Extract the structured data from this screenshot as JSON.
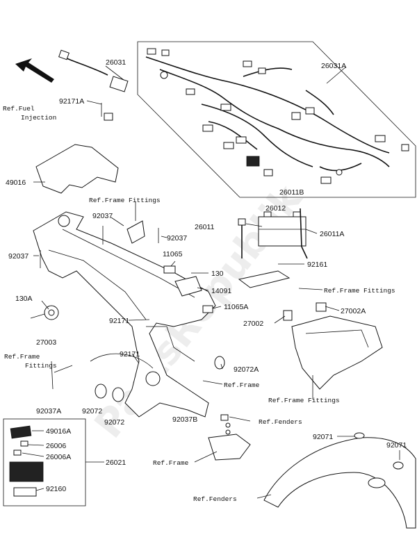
{
  "watermark": "PartsRepublik",
  "labels": {
    "p26031": "26031",
    "p26031A": "26031A",
    "p92171A": "92171A",
    "ref_fuel_injection_1": "Ref.Fuel",
    "ref_fuel_injection_2": "Injection",
    "p49016": "49016",
    "ref_frame_fittings_top": "Ref.Frame Fittings",
    "p92037_top": "92037",
    "p92037_right": "92037",
    "p92037_left": "92037",
    "p11065": "11065",
    "p130": "130",
    "p130A": "130A",
    "p14091": "14091",
    "p11065A": "11065A",
    "p27003": "27003",
    "p92171_a": "92171",
    "p92171_b": "92171",
    "ref_frame_fittings_left_1": "Ref.Frame",
    "ref_frame_fittings_left_2": "Fittings",
    "p92037A": "92037A",
    "p92072_a": "92072",
    "p92072_b": "92072",
    "p92072A": "92072A",
    "ref_frame_mid": "Ref.Frame",
    "p26011": "26011",
    "p26012": "26012",
    "p26011A": "26011A",
    "p26011B": "26011B",
    "p92161": "92161",
    "ref_frame_fittings_right": "Ref.Frame Fittings",
    "p27002": "27002",
    "p27002A": "27002A",
    "ref_frame_fittings_bottom": "Ref.Frame Fittings",
    "p92037B": "92037B",
    "ref_fenders_mid": "Ref.Fenders",
    "ref_frame_low": "Ref.Frame",
    "ref_fenders_low": "Ref.Fenders",
    "p92071_a": "92071",
    "p92071_b": "92071",
    "p49016A": "49016A",
    "p26006": "26006",
    "p26006A": "26006A",
    "p26021": "26021",
    "p92160": "92160"
  }
}
